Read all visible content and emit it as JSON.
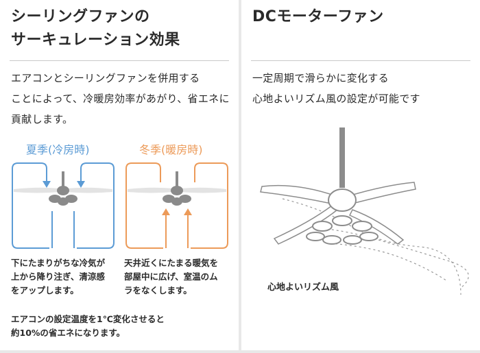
{
  "left_panel": {
    "heading": "シーリングファンの\nサーキュレーション効果",
    "intro": "エアコンとシーリングファンを併用する\nことによって、冷暖房効率があがり、省エネに\n貢献します。",
    "summer": {
      "label": "夏季(冷房時)",
      "caption": "下にたまりがちな冷気が\n上から降り注ぎ、清涼感\nをアップします。",
      "color": "#5b9bd5"
    },
    "winter": {
      "label": "冬季(暖房時)",
      "caption": "天井近くにたまる暖気を\n部屋中に広げ、室温のム\nラをなくします。",
      "color": "#ec9a58"
    },
    "note": "エアコンの設定温度を1℃変化させると\n約10%の省エネになります。"
  },
  "right_panel": {
    "heading": "DCモーターファン",
    "intro": "一定周期で滑らかに変化する\n心地よいリズム風の設定が可能です",
    "rhythm_label": "心地よいリズム風"
  }
}
